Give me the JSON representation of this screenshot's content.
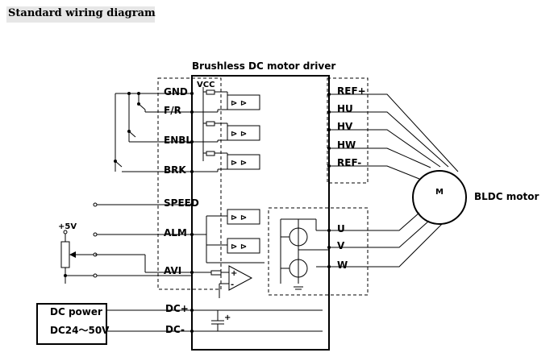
{
  "header": {
    "title": "Standard wiring diagram"
  },
  "driver": {
    "title": "Brushless DC motor driver",
    "vcc_label": "VCC",
    "left_terminals": [
      "GND",
      "F/R",
      "ENBL",
      "BRK",
      "SPEED",
      "ALM",
      "AVI",
      "DC+",
      "DC-"
    ],
    "right_terminals": [
      "REF+",
      "HU",
      "HV",
      "HW",
      "REF-",
      "U",
      "V",
      "W"
    ]
  },
  "motor": {
    "symbol": "M",
    "label": "BLDC motor"
  },
  "power": {
    "label": "DC power",
    "range": "DC24～50V"
  },
  "potentiometer": {
    "label": "+5V"
  }
}
